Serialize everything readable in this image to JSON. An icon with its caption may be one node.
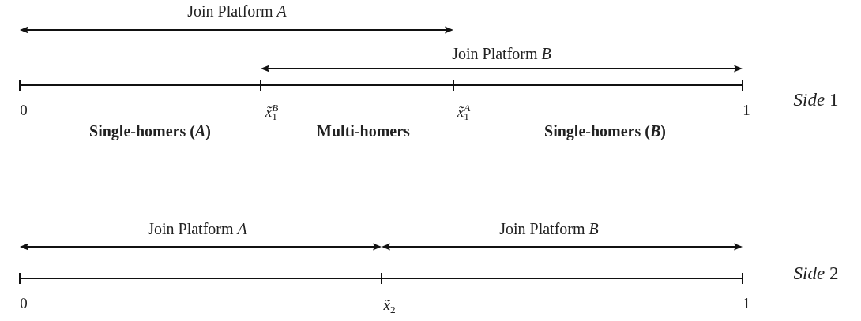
{
  "diagram": {
    "labels": [
      "Join Platform *A*",
      "Join Platform *B*",
      "*Side* 1",
      "0",
      "*x̃*$_{1}$$^{B}$",
      "*x̃*$_{1}$$^{A}$",
      "1",
      "Single-homers (*A*)",
      "Multi-homers",
      "Single-homers (*B*)",
      "Join Platform *A*",
      "Join Platform *B*",
      "*Side* 2",
      "0",
      "*x̃*$_{2}$",
      "1"
    ]
  }
}
